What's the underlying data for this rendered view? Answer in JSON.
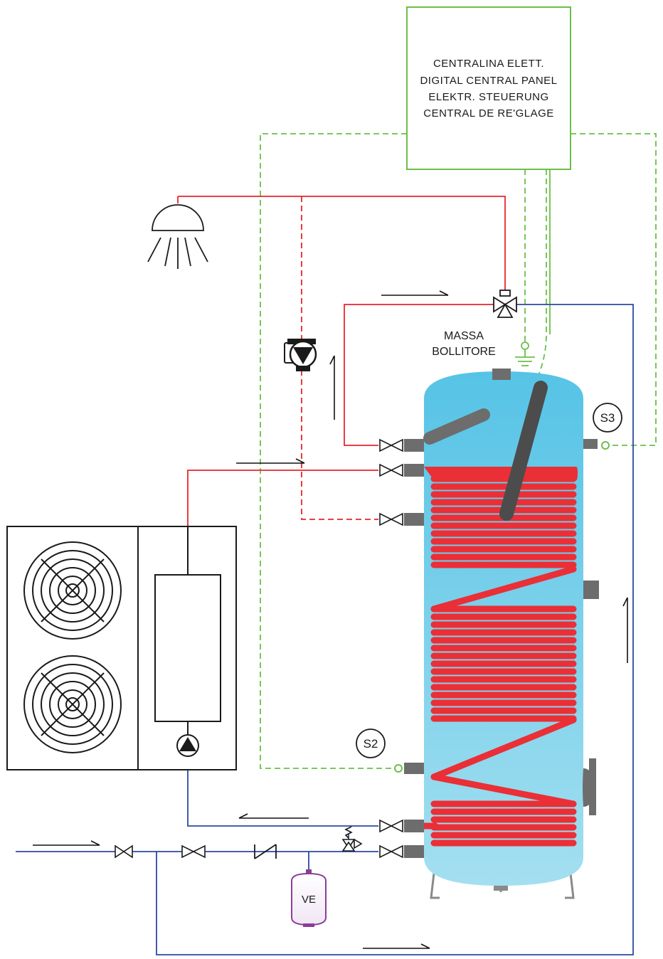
{
  "control_panel": {
    "lines": [
      "CENTRALINA ELETT.",
      "DIGITAL CENTRAL PANEL",
      "ELEKTR. STEUERUNG",
      "CENTRAL DE RE'GLAGE"
    ]
  },
  "tank": {
    "label_line1": "MASSA",
    "label_line2": "BOLLITORE"
  },
  "sensors": {
    "s2": "S2",
    "s3": "S3"
  },
  "expansion_vessel": {
    "label": "VE"
  },
  "colors": {
    "hot_pipe": "#e8262b",
    "cold_pipe": "#2b4aa0",
    "signal_wire": "#6cbf4a",
    "tank_top": "#56c3e6",
    "tank_bottom": "#9fdcef",
    "coil": "#ea2f36",
    "gray_part": "#6d6d6d",
    "vessel": "#8a3e97"
  }
}
